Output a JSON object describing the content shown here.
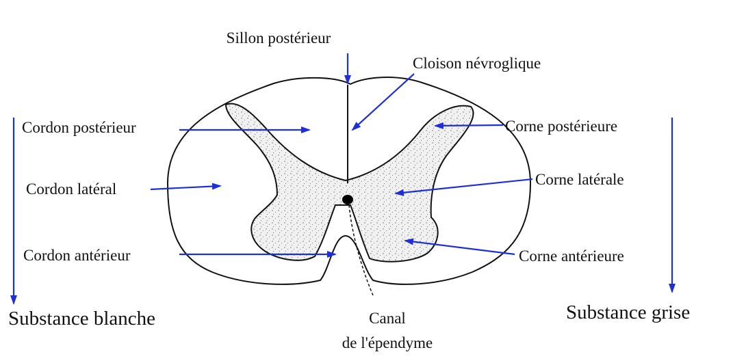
{
  "labels": {
    "sillon_posterieur": "Sillon postérieur",
    "cloison_nevroglique": "Cloison névroglique",
    "cordon_posterieur": "Cordon postérieur",
    "cordon_lateral": "Cordon latéral",
    "cordon_anterieur": "Cordon antérieur",
    "corne_posterieure": "Corne postérieure",
    "corne_laterale": "Corne latérale",
    "corne_anterieure": "Corne antérieure",
    "canal_line1": "Canal",
    "canal_line2": "de l'épendyme",
    "substance_blanche": "Substance blanche",
    "substance_grise": "Substance grise"
  },
  "colors": {
    "arrow": "#1f2fd6",
    "outline": "#111111",
    "grey_matter_fill": "#eeeeee"
  }
}
